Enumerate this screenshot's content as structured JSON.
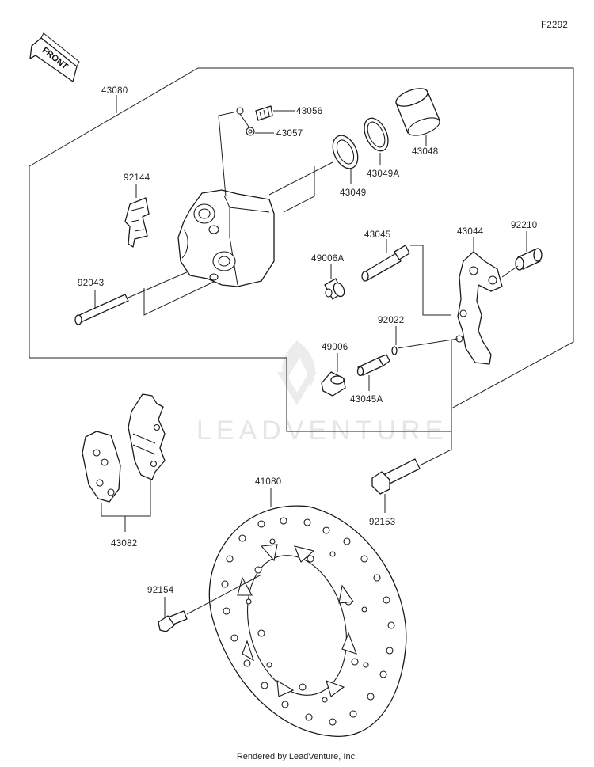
{
  "figure_code": "F2292",
  "front_label": "FRONT",
  "watermark": "LEADVENTURE",
  "footer": "Rendered by LeadVenture, Inc.",
  "parts": {
    "p43080": "43080",
    "p43056": "43056",
    "p43057": "43057",
    "p43048": "43048",
    "p43049A": "43049A",
    "p43049": "43049",
    "p92144": "92144",
    "p92043": "92043",
    "p43045": "43045",
    "p43044": "43044",
    "p92210": "92210",
    "p49006A": "49006A",
    "p92022": "92022",
    "p49006": "49006",
    "p43045A": "43045A",
    "p41080": "41080",
    "p92153": "92153",
    "p43082": "43082",
    "p92154": "92154"
  }
}
